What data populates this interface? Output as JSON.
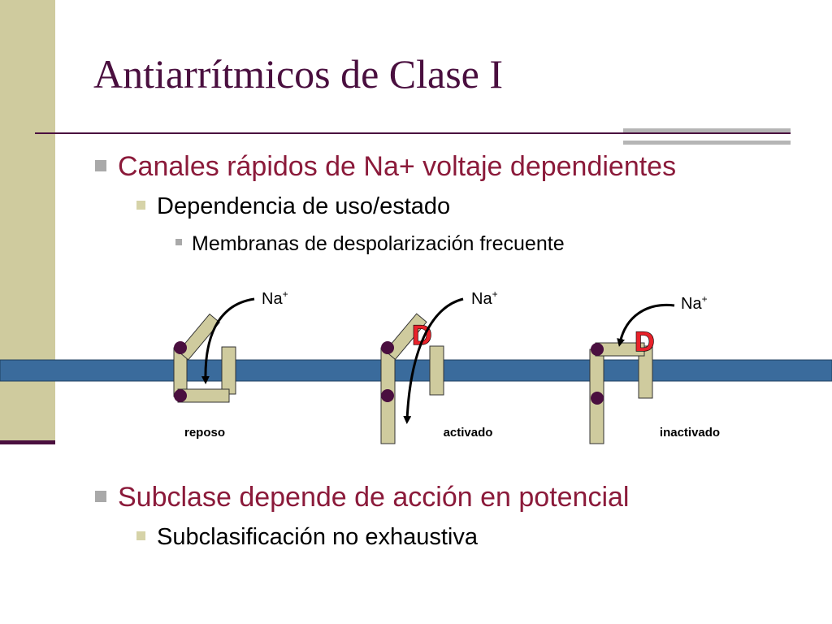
{
  "slide": {
    "title": "Antiarrítmicos de Clase I",
    "bullets": [
      {
        "level": 1,
        "text": "Canales rápidos de Na+ voltaje dependientes"
      },
      {
        "level": 2,
        "text": "Dependencia de uso/estado"
      },
      {
        "level": 3,
        "text": "Membranas de despolarización frecuente"
      },
      {
        "level": 1,
        "text": "Subclase depende de acción en potencial"
      },
      {
        "level": 2,
        "text": "Subclasificación no exhaustiva"
      }
    ]
  },
  "diagram": {
    "ion_label": "Na",
    "ion_charge": "+",
    "drug_label": "D",
    "states": [
      "reposo",
      "activado",
      "inactivado"
    ]
  },
  "colors": {
    "title": "#4a0f3f",
    "level1_text": "#8b1a3a",
    "membrane": "#3a6b9c",
    "channel_segment": "#cfcb9e",
    "gate_dot": "#4a0f3f",
    "drug": "#e8222a",
    "side_band": "#cfcb9e"
  }
}
